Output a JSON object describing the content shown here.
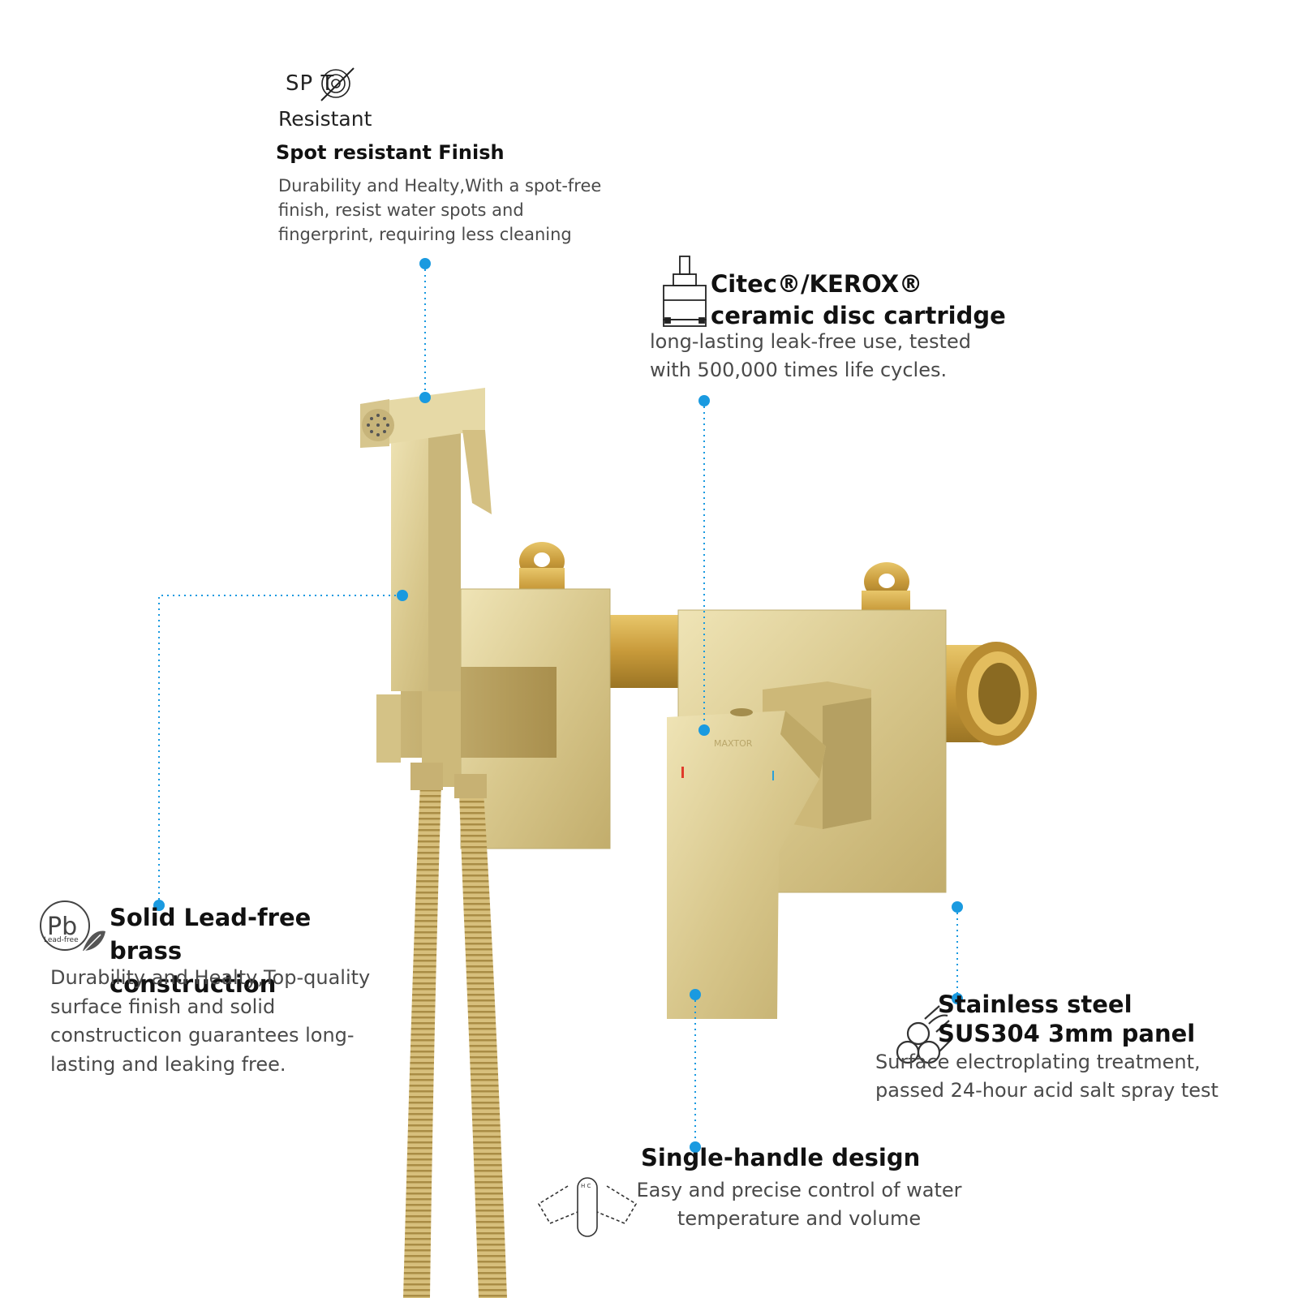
{
  "features": {
    "spot": {
      "logo_top": "SP T",
      "logo_bottom": "Resistant",
      "title": "Spot resistant Finish",
      "description": "Durability and Healty,With a spot-free finish, resist water spots and fingerprint, requiring less cleaning",
      "icon": "spot-fingerprint-icon"
    },
    "cartridge": {
      "title": "Citec®/KEROX® ceramic disc cartridge",
      "description": "long-lasting leak-free use, tested with 500,000 times life cycles.",
      "icon": "cartridge-icon"
    },
    "lead_free": {
      "badge_symbol": "Pb",
      "badge_text": "Lead-free",
      "title": "Solid Lead-free brass construction",
      "description": "Durability and Healty,Top-quality surface finish and solid constructicon guarantees  long-lasting and leaking free.",
      "icon": "lead-free-leaf-icon"
    },
    "stainless": {
      "title": "Stainless steel SUS304 3mm panel",
      "description": "Surface electroplating treatment, passed 24-hour acid salt spray test",
      "icon": "steel-pipes-icon"
    },
    "handle": {
      "title": "Single-handle design",
      "description": "Easy and precise control of water temperature and volume",
      "icon": "lever-rotation-icon"
    }
  },
  "product": {
    "brand_mark": "MAXTOR",
    "finish_color": "#d9c98e",
    "accent_color": "#1a9ae0"
  }
}
